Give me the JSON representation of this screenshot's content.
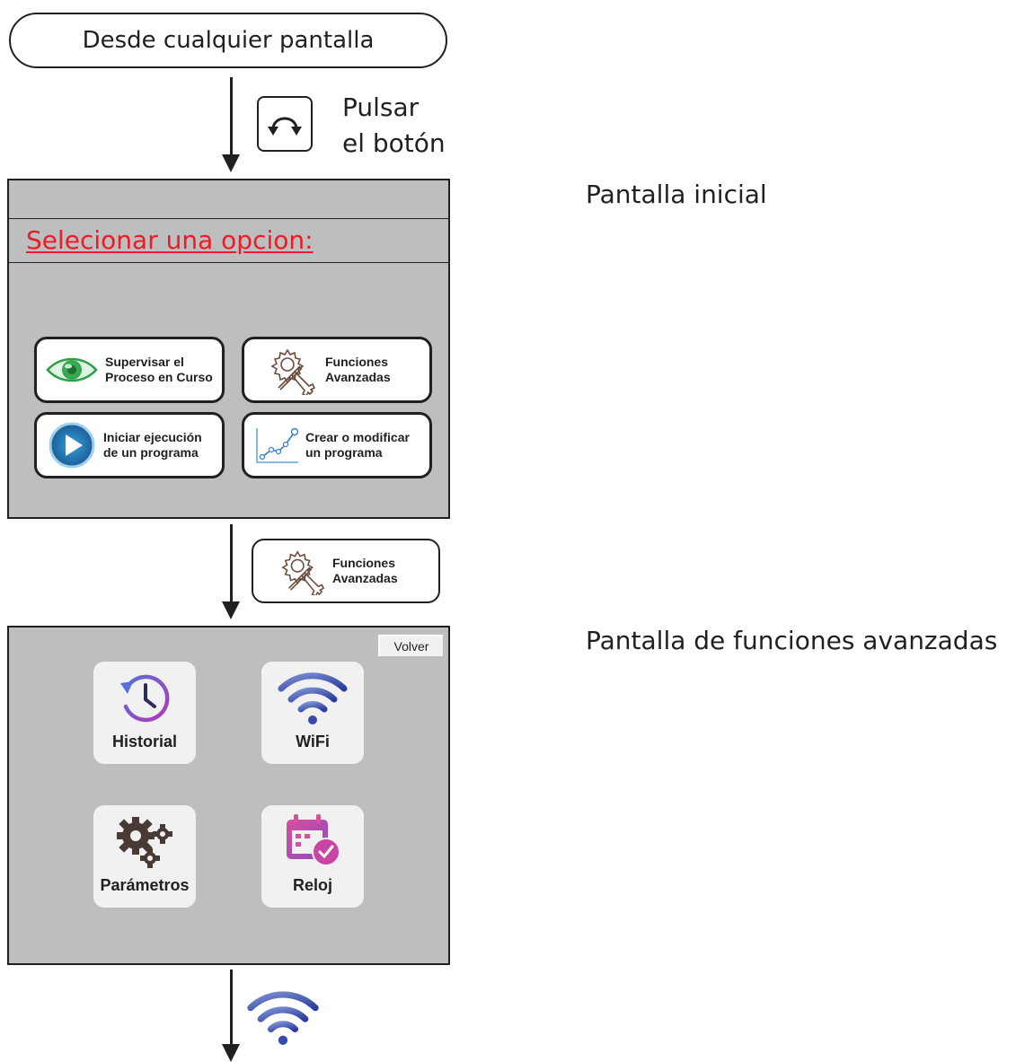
{
  "start_label": "Desde cualquier pantalla",
  "step1": {
    "line1": "Pulsar",
    "line2": "el botón",
    "button_icon": "rotate-arrows-icon"
  },
  "screen1": {
    "caption": "Pantalla inicial",
    "title": "Selecionar una opcion:",
    "buttons": [
      {
        "line1": "Supervisar el",
        "line2": "Proceso en Curso",
        "icon": "eye-icon"
      },
      {
        "line1": "Funciones",
        "line2": "Avanzadas",
        "icon": "tools-icon"
      },
      {
        "line1": "Iniciar ejecución",
        "line2": "de un programa",
        "icon": "play-icon"
      },
      {
        "line1": "Crear o modificar",
        "line2": "un programa",
        "icon": "line-chart-icon"
      }
    ]
  },
  "step2": {
    "line1": "Funciones",
    "line2": "Avanzadas",
    "icon": "tools-icon"
  },
  "screen2": {
    "caption": "Pantalla de funciones avanzadas",
    "back_label": "Volver",
    "tiles": [
      {
        "label": "Historial",
        "icon": "history-clock-icon"
      },
      {
        "label": "WiFi",
        "icon": "wifi-icon"
      },
      {
        "label": "Parámetros",
        "icon": "gears-icon"
      },
      {
        "label": "Reloj",
        "icon": "calendar-clock-icon"
      }
    ]
  },
  "step3": {
    "icon": "wifi-icon"
  },
  "colors": {
    "screen_bg": "#bcbec0",
    "title_red": "#ec1c24",
    "tile_bg": "#f1f1f2",
    "outline": "#231f20"
  }
}
